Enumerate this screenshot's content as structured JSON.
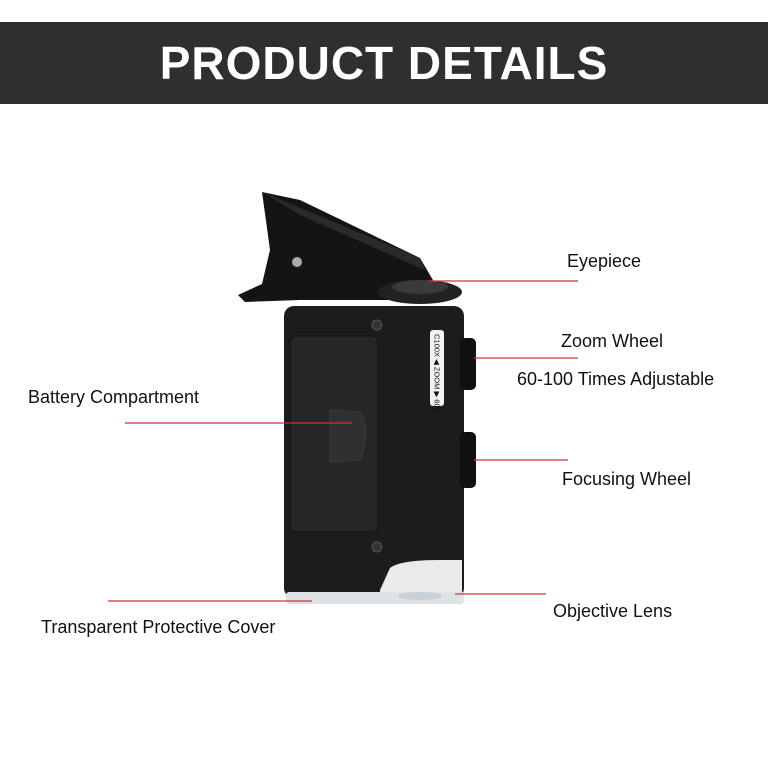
{
  "header": {
    "title": "PRODUCT DETAILS"
  },
  "device": {
    "scale_label": "C100X ◀ ZOOM ▶ 60X"
  },
  "callouts": {
    "eyepiece": "Eyepiece",
    "zoom_wheel": "Zoom Wheel",
    "zoom_range": "60-100 Times Adjustable",
    "battery": "Battery Compartment",
    "focusing": "Focusing Wheel",
    "objective": "Objective Lens",
    "cover": "Transparent Protective Cover"
  },
  "colors": {
    "header_bg": "#2f2f2f",
    "leader_line": "#c8373a",
    "device_body": "#1c1c1c"
  }
}
